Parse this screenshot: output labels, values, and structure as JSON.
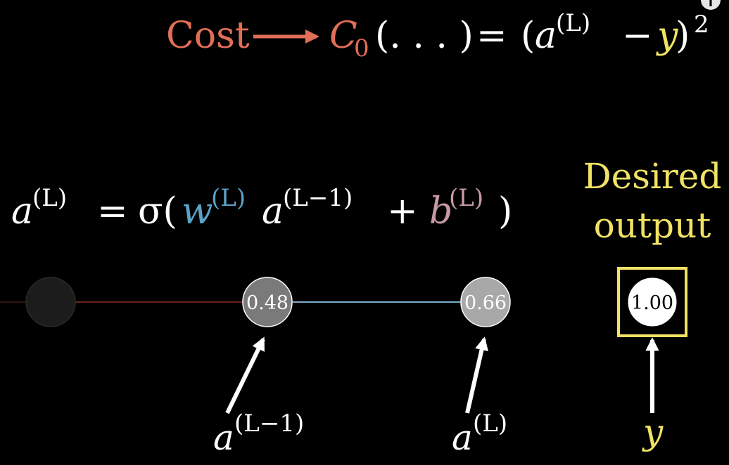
{
  "cost_equation": {
    "label": "Cost",
    "label_color": "#e36e58",
    "c_sym": "C",
    "c_sub": "0",
    "args": "(. . . )",
    "eq": "=",
    "open": "(",
    "a": "a",
    "a_sup": "(L)",
    "minus": "−",
    "y": "y",
    "close": ")",
    "power": "2"
  },
  "activation_equation": {
    "lhs": "a",
    "lhs_sup": "(L)",
    "eq": "=",
    "sigma": "σ(",
    "w": "w",
    "w_sup": "(L)",
    "w_color": "#5aa2c7",
    "a_prev": "a",
    "a_prev_sup": "(L−1)",
    "plus": "+",
    "b": "b",
    "b_sup": "(L)",
    "b_color": "#c79aa4",
    "close": ")"
  },
  "desired_output": {
    "line1": "Desired",
    "line2": "output",
    "color": "#f0e264"
  },
  "neurons": [
    {
      "label": "",
      "fill": "#1c1c1c"
    },
    {
      "label": "0.48",
      "fill": "#7a7a7a"
    },
    {
      "label": "0.66",
      "fill": "#a8a8a8"
    },
    {
      "label": "1.00",
      "fill": "#ffffff"
    }
  ],
  "arrow_labels": {
    "prev_a": "a",
    "prev_sup": "(L−1)",
    "curr_a": "a",
    "curr_sup": "(L)",
    "target": "y"
  },
  "colors": {
    "edge_red": "#8b2e24",
    "edge_blue": "#8cc4e6",
    "box_yellow": "#f0e264",
    "arrow_white": "#ffffff",
    "arrow_red": "#e36e58"
  },
  "info_badge": "i"
}
